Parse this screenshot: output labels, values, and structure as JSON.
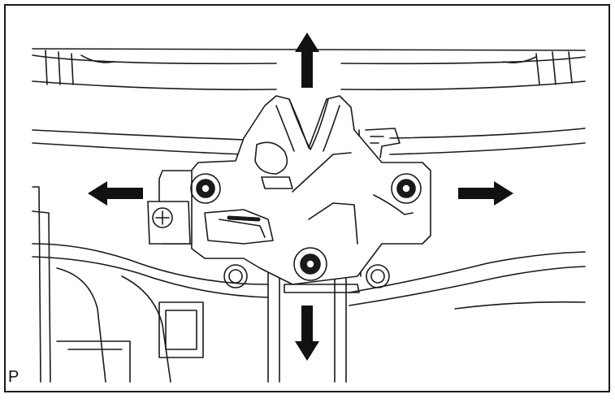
{
  "figure": {
    "corner_label": "P",
    "colors": {
      "line": "#1a1a1a",
      "paper": "#ffffff",
      "fill": "#111111"
    },
    "arrows": [
      "arrow-up",
      "arrow-down",
      "arrow-left",
      "arrow-right"
    ]
  }
}
